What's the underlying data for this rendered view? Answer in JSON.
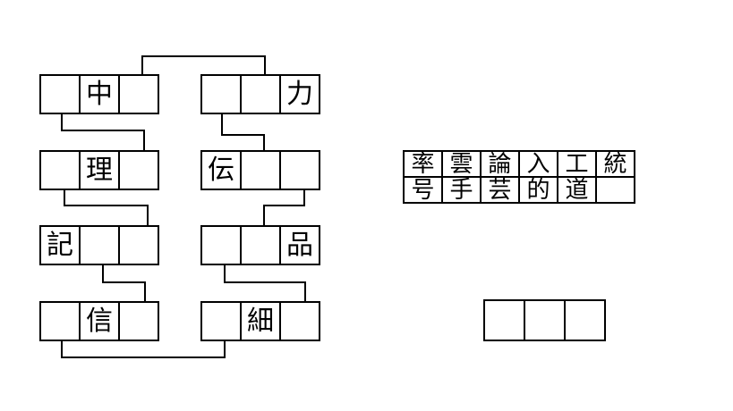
{
  "puzzle": {
    "type": "kanji-word-ladder",
    "ladder": {
      "left_column": [
        {
          "id": "L1",
          "cells": [
            "",
            "中",
            ""
          ]
        },
        {
          "id": "L2",
          "cells": [
            "",
            "理",
            ""
          ]
        },
        {
          "id": "L3",
          "cells": [
            "記",
            "",
            ""
          ]
        },
        {
          "id": "L4",
          "cells": [
            "",
            "信",
            ""
          ]
        }
      ],
      "right_column": [
        {
          "id": "R1",
          "cells": [
            "",
            "",
            "力"
          ]
        },
        {
          "id": "R2",
          "cells": [
            "伝",
            "",
            ""
          ]
        },
        {
          "id": "R3",
          "cells": [
            "",
            "",
            "品"
          ]
        },
        {
          "id": "R4",
          "cells": [
            "",
            "細",
            ""
          ]
        }
      ]
    },
    "character_bank": {
      "rows": [
        [
          "率",
          "雲",
          "論",
          "入",
          "工",
          "統"
        ],
        [
          "号",
          "手",
          "芸",
          "的",
          "道",
          ""
        ]
      ]
    },
    "answer_strip": {
      "cells": [
        "",
        "",
        ""
      ]
    }
  },
  "style": {
    "line_color": "#000000",
    "background": "#ffffff",
    "text_color": "#000000"
  }
}
